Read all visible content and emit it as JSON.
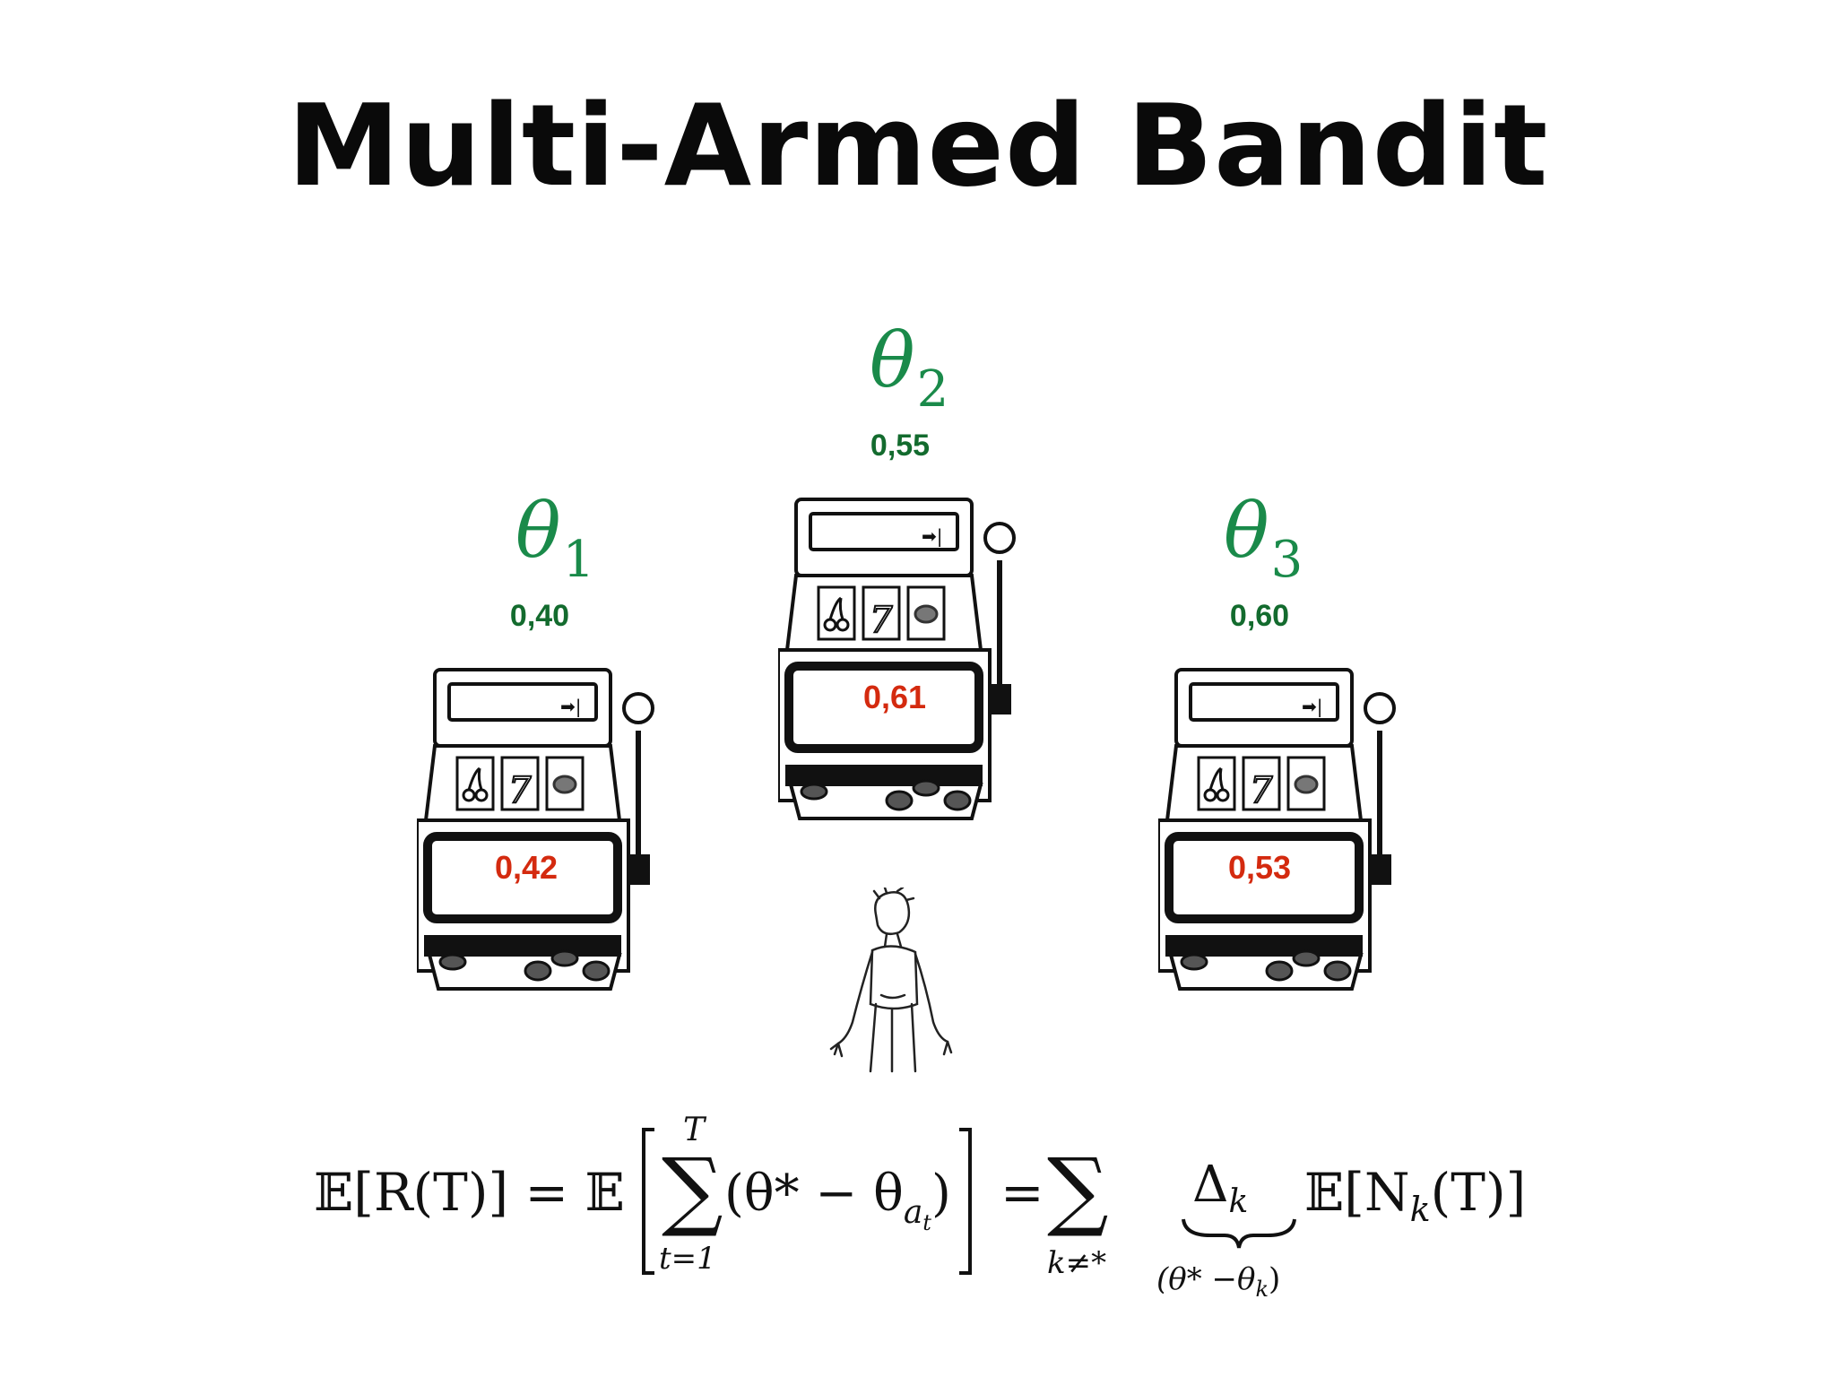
{
  "title": "Multi-Armed Bandit",
  "colors": {
    "theta": "#1a8a4a",
    "prior": "#136b2e",
    "estimate": "#d42a0f",
    "ink": "#111111"
  },
  "arms": [
    {
      "symbol": "θ",
      "index": "1",
      "true_value": "0,40",
      "estimate": "0,42"
    },
    {
      "symbol": "θ",
      "index": "2",
      "true_value": "0,55",
      "estimate": "0,61"
    },
    {
      "symbol": "θ",
      "index": "3",
      "true_value": "0,60",
      "estimate": "0,53"
    }
  ],
  "reel_icons": [
    "cherry-icon",
    "seven-icon",
    "lemon-icon"
  ],
  "formula": {
    "lhs": "𝔼[R(T)] = 𝔼",
    "sum_upper": "T",
    "sum_lower": "t=1",
    "summand": "(θ* − θ",
    "summand_sub": "a",
    "summand_subsub": "t",
    "summand_close": ")",
    "equals": "=",
    "sum2_lower": "k≠*",
    "delta": "Δ",
    "delta_sub": "k",
    "brace_label": "(θ* −θ",
    "brace_label_sub": "k",
    "brace_label_close": ")",
    "rhs": "𝔼[N",
    "rhs_sub": "k",
    "rhs_close": "(T)]"
  }
}
